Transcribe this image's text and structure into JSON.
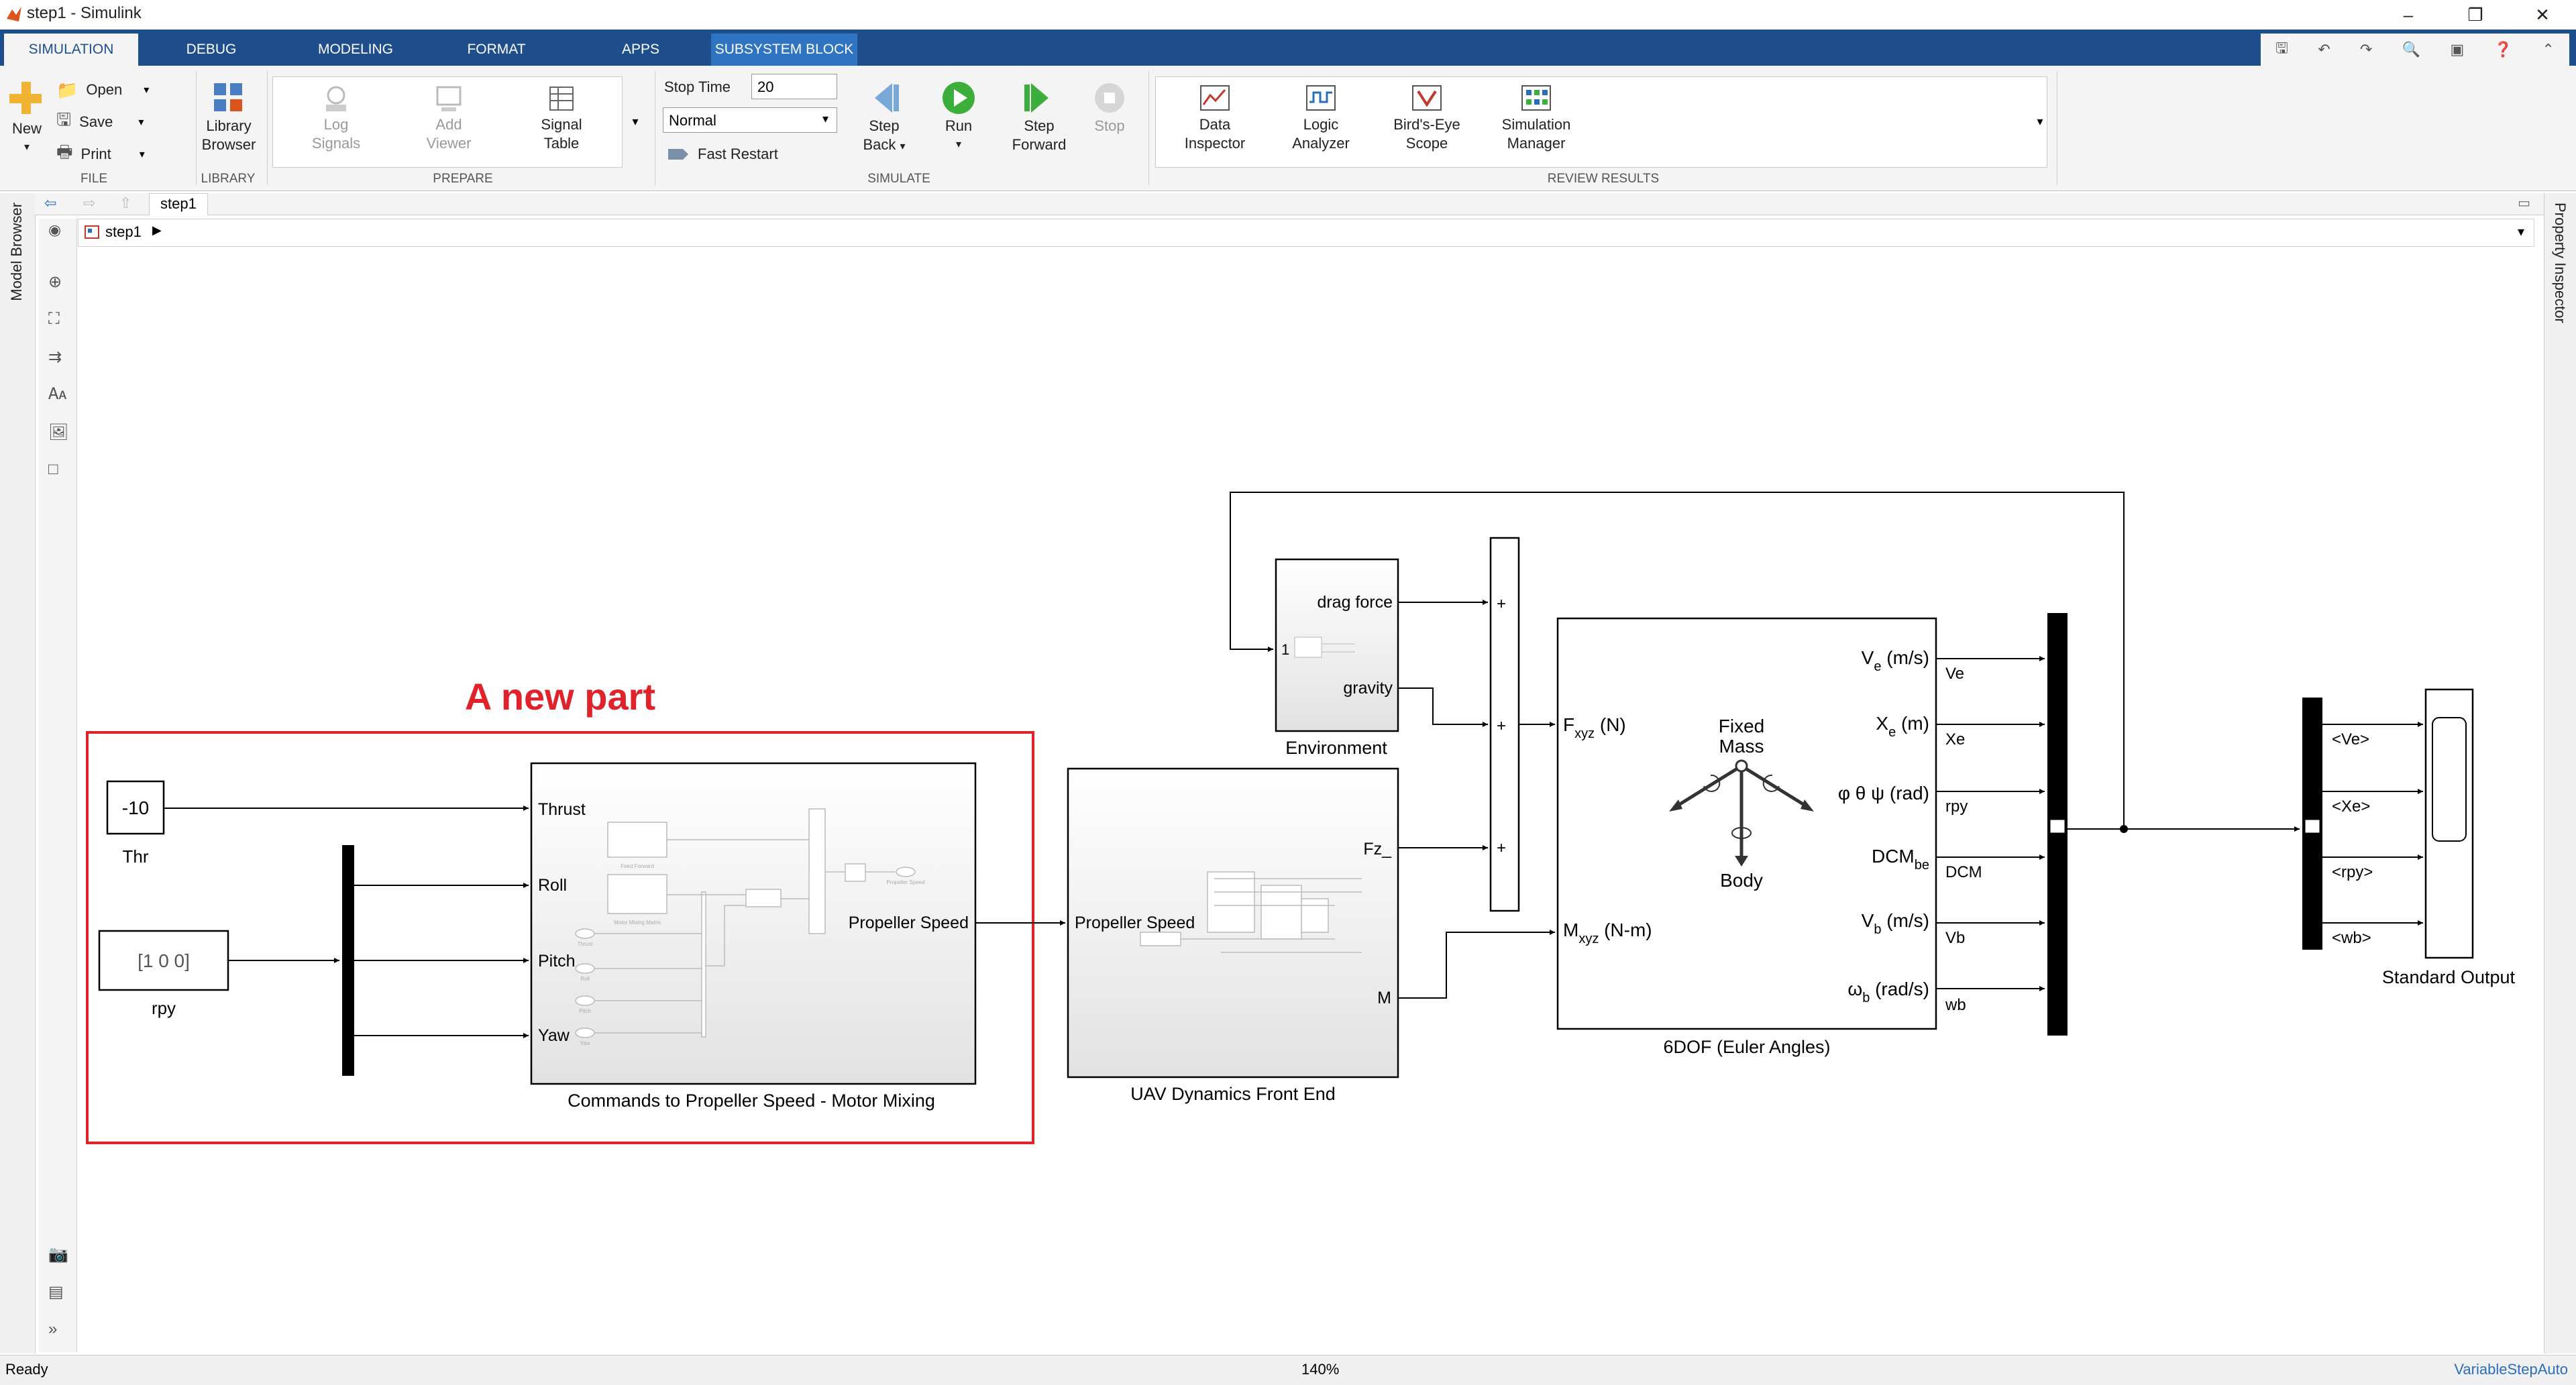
{
  "window": {
    "title": "step1 - Simulink"
  },
  "tabs": [
    "SIMULATION",
    "DEBUG",
    "MODELING",
    "FORMAT",
    "APPS",
    "SUBSYSTEM BLOCK"
  ],
  "ribbon": {
    "file": {
      "new": "New",
      "open": "Open",
      "save": "Save",
      "print": "Print",
      "group": "FILE"
    },
    "library": {
      "library_browser": [
        "Library",
        "Browser"
      ],
      "group": "LIBRARY"
    },
    "prepare": {
      "log_signals": [
        "Log",
        "Signals"
      ],
      "add_viewer": [
        "Add",
        "Viewer"
      ],
      "signal_table": [
        "Signal",
        "Table"
      ],
      "group": "PREPARE"
    },
    "simulate": {
      "stop_time_label": "Stop Time",
      "stop_time_value": "20",
      "mode": "Normal",
      "fast_restart": "Fast Restart",
      "step_back": [
        "Step",
        "Back"
      ],
      "run": "Run",
      "step_forward": [
        "Step",
        "Forward"
      ],
      "stop": "Stop",
      "group": "SIMULATE"
    },
    "review": {
      "data_inspector": [
        "Data",
        "Inspector"
      ],
      "logic_analyzer": [
        "Logic",
        "Analyzer"
      ],
      "birds_eye": [
        "Bird's-Eye",
        "Scope"
      ],
      "sim_manager": [
        "Simulation",
        "Manager"
      ],
      "group": "REVIEW RESULTS"
    }
  },
  "editor": {
    "tab": "step1",
    "breadcrumb": "step1",
    "left_dock": "Model Browser",
    "right_dock": "Property Inspector"
  },
  "annotation": "A new part",
  "blocks": {
    "thr": {
      "value": "-10",
      "name": "Thr"
    },
    "rpy": {
      "value": "[1 0 0]",
      "name": "rpy"
    },
    "motor_mixing": {
      "name": "Commands to Propeller Speed - Motor Mixing",
      "inputs": [
        "Thrust",
        "Roll",
        "Pitch",
        "Yaw"
      ],
      "output": "Propeller Speed",
      "inner_tiny": [
        "Feed Forward",
        "Motor Mixing Matrix",
        "Thrust",
        "Roll",
        "Pitch",
        "Yaw",
        "Propeller Speed"
      ]
    },
    "uav": {
      "name": "UAV Dynamics Front End",
      "input": "Propeller Speed",
      "outputs": [
        "Fz_",
        "M"
      ]
    },
    "environment": {
      "name": "Environment",
      "input": "1",
      "outputs": [
        "drag force",
        "gravity"
      ]
    },
    "sum": {
      "signs": [
        "+",
        "+",
        "+"
      ]
    },
    "sixdof": {
      "name": "6DOF (Euler Angles)",
      "center": [
        "Fixed",
        "Mass",
        "Body"
      ]
    },
    "demux_labels": [
      "Ve",
      "Xe",
      "rpy",
      "DCM",
      "Vb",
      "wb"
    ],
    "bus_labels": [
      "<Ve>",
      "<Xe>",
      "<rpy>",
      "<wb>"
    ],
    "standard_output": {
      "name": "Standard Output"
    }
  },
  "status": {
    "left": "Ready",
    "zoom": "140%",
    "solver": "VariableStepAuto"
  }
}
